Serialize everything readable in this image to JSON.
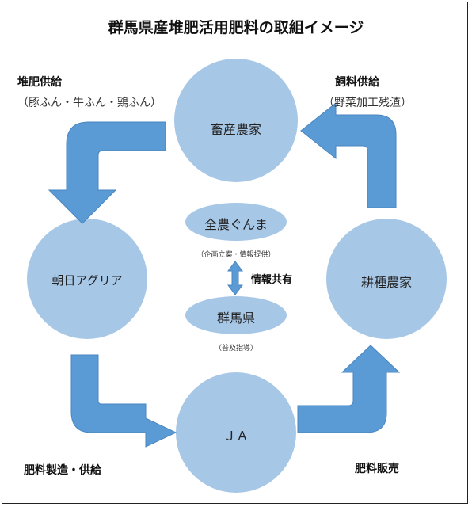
{
  "title": "群馬県産堆肥活用肥料の取組イメージ",
  "nodes": {
    "chikusan": "畜産農家",
    "asahi": "朝日アグリア",
    "kosaku": "耕種農家",
    "ja": "ＪＡ",
    "zennoh": "全農ぐんま",
    "gunmaken": "群馬県"
  },
  "notes": {
    "zennoh_role": "（企画立案・情報提供）",
    "gunmaken_role": "（普及指導）",
    "info_share": "情報共有"
  },
  "flows": {
    "taihi_kyokyu": "堆肥供給",
    "taihi_detail": "（豚ふん・牛ふん・鶏ふん）",
    "shiryo_kyokyu": "飼料供給",
    "shiryo_detail": "（野菜加工残渣）",
    "hiryo_seizo": "肥料製造・供給",
    "hiryo_hanbai": "肥料販売"
  },
  "colors": {
    "circle": "#a7c7e7",
    "arrow": "#5b9bd5",
    "arrow_edge": "#4a86c0"
  }
}
